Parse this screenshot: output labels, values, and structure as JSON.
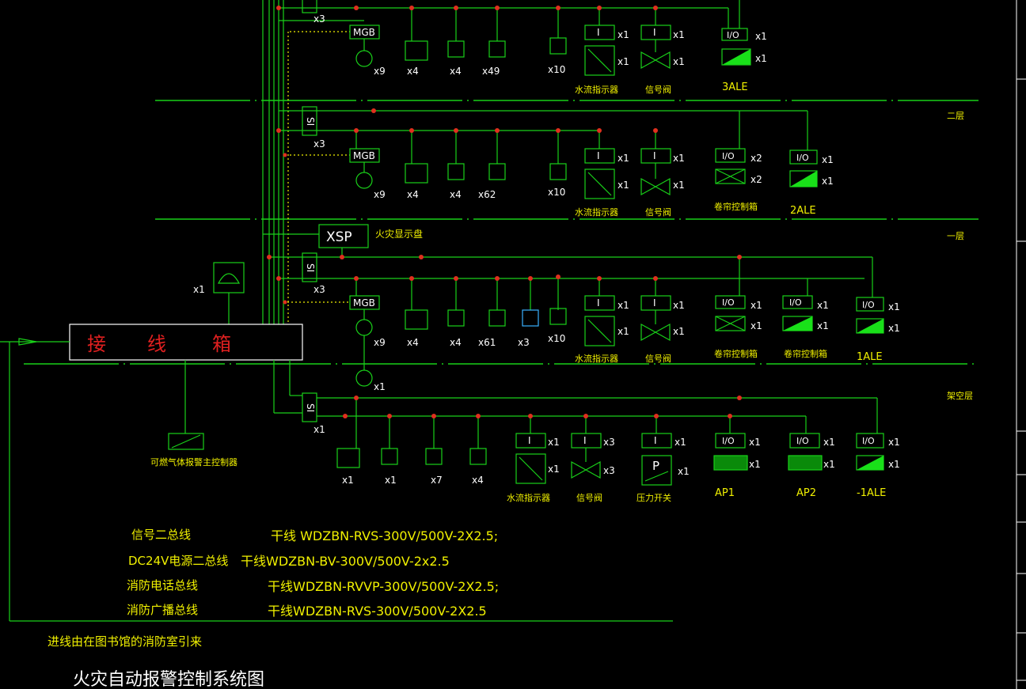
{
  "colors": {
    "background": "#000000",
    "line": "#19d019",
    "node": "#e0301e",
    "text_white": "#ffffff",
    "text_yellow": "#f0f000",
    "text_red": "#e02020",
    "device_fill": "#19e019",
    "dotted": "#f0f000"
  },
  "floors": {
    "f3": "3ALE",
    "f2_label": "二层",
    "f2": "2ALE",
    "f1_label": "一层",
    "f1": "1ALE",
    "fb_label": "架空层",
    "fb": "-1ALE"
  },
  "modules": {
    "mgb": "MGB",
    "si": "SI",
    "xsp": "XSP",
    "xsp_desc": "火灾显示盘",
    "io": "I/O",
    "i": "I",
    "p": "P"
  },
  "captions": {
    "water_flow": "水流指示器",
    "signal_valve": "信号阀",
    "shutter": "卷帘控制箱",
    "pressure_switch": "压力开关",
    "gas_controller": "可燃气体报警主控制器",
    "ap1": "AP1",
    "ap2": "AP2",
    "junction_box": [
      "接",
      "线",
      "箱"
    ]
  },
  "counts": {
    "x1": "x1",
    "x2": "x2",
    "x3": "x3",
    "x4": "x4",
    "x7": "x7",
    "x9": "x9",
    "x10": "x10",
    "x49": "x49",
    "x62": "x62",
    "x61": "x61"
  },
  "legend": {
    "rows": [
      {
        "name": "信号二总线",
        "spec": "干线 WDZBN-RVS-300V/500V-2X2.5;"
      },
      {
        "name": "DC24V电源二总线",
        "spec": "干线WDZBN-BV-300V/500V-2x2.5"
      },
      {
        "name": "消防电话总线",
        "spec": "干线WDZBN-RVVP-300V/500V-2X2.5;"
      },
      {
        "name": "消防广播总线",
        "spec": "干线WDZBN-RVS-300V/500V-2X2.5"
      }
    ],
    "incoming": "进线由在图书馆的消防室引来",
    "title": "火灾自动报警控制系统图"
  }
}
